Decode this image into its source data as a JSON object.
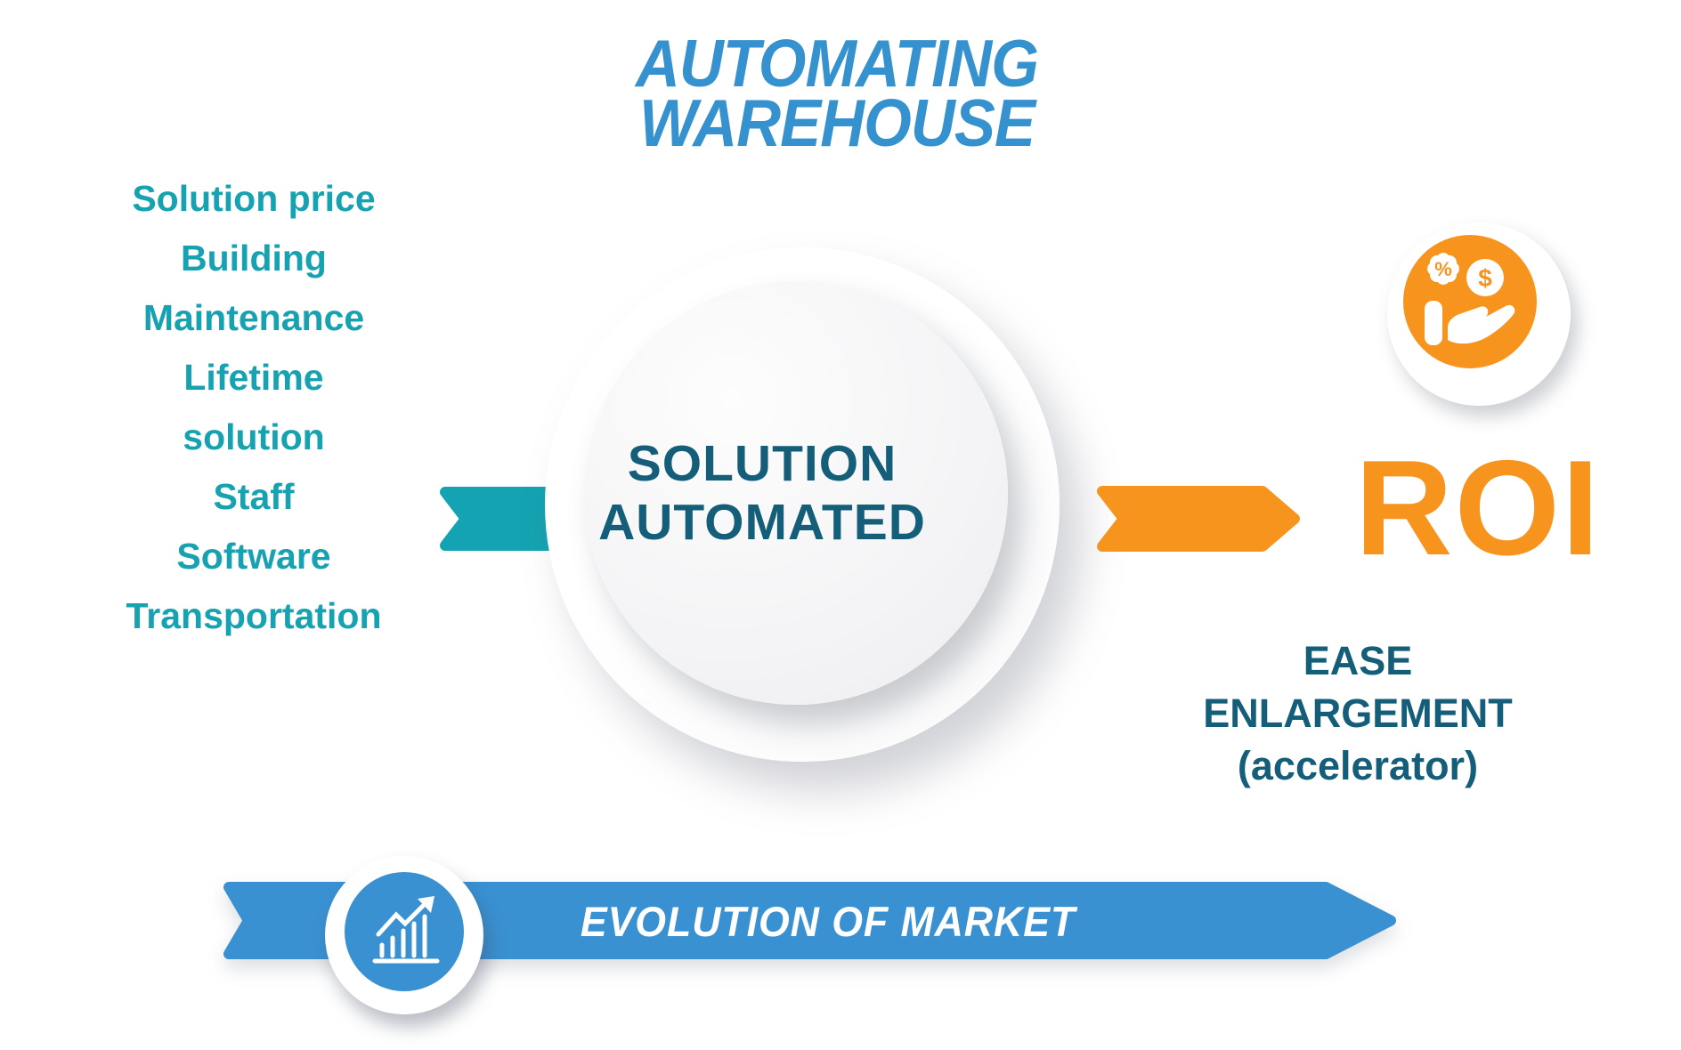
{
  "title": {
    "line1": "AUTOMATING",
    "line2": "WAREHOUSE"
  },
  "cost_factors": {
    "items": [
      "Solution price",
      "Building",
      "Maintenance",
      "Lifetime",
      "solution",
      "Staff",
      "Software",
      "Transportation"
    ]
  },
  "central_node": {
    "line1": "SOLUTION",
    "line2": "AUTOMATED"
  },
  "roi_section": {
    "label": "ROI",
    "benefit_line1": "EASE",
    "benefit_line2": "ENLARGEMENT",
    "benefit_line3": "(accelerator)",
    "icon": "hand-holding-dollar-and-percent",
    "icon_dollar": "$",
    "icon_percent": "%"
  },
  "banner": {
    "label": "EVOLUTION OF MARKET",
    "icon": "growth-bar-chart"
  },
  "colors": {
    "teal": "#14a3b2",
    "blue_title": "#3692cf",
    "banner_blue": "#3a91d2",
    "orange": "#f7941e",
    "dark_teal": "#145e79",
    "circle_fill": "#f4f4f6"
  }
}
